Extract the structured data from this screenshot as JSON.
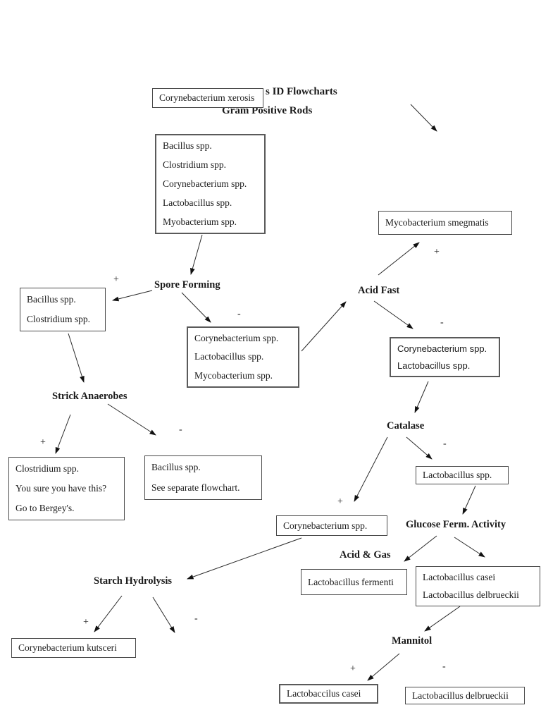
{
  "title": {
    "visible_fragment": "s ID Flowcharts",
    "subtitle": "Gram Positive Rods"
  },
  "signs": {
    "plus": "+",
    "minus": "-"
  },
  "tests": {
    "spore_forming": "Spore Forming",
    "acid_fast": "Acid Fast",
    "strick_anaerobes": "Strick Anaerobes",
    "catalase": "Catalase",
    "glucose_ferm": "Glucose Ferm. Activity",
    "acid_gas": "Acid & Gas",
    "starch_hydrolysis": "Starch Hydrolysis",
    "mannitol": "Mannitol"
  },
  "boxes": {
    "xerosis": [
      "Corynebacterium xerosis"
    ],
    "all_genera": [
      "Bacillus spp.",
      "Clostridium spp.",
      "Corynebacterium spp.",
      "Lactobacillus spp.",
      "Myobacterium spp."
    ],
    "bacillus_clostridium": [
      "Bacillus spp.",
      "Clostridium spp."
    ],
    "coryne_lacto_myco": [
      "Corynebacterium spp.",
      "Lactobacillus spp.",
      "Mycobacterium spp."
    ],
    "myco_smegmatis": [
      "Mycobacterium smegmatis"
    ],
    "coryne_lacto": [
      "Corynebacterium spp.",
      "Lactobacillus spp."
    ],
    "clostridium_bergeys": [
      "Clostridium spp.",
      "You sure you have this?",
      "Go to Bergey's."
    ],
    "bacillus_separate": [
      "Bacillus spp.",
      "See separate flowchart."
    ],
    "lactobacillus": [
      "Lactobacillus spp."
    ],
    "corynebacterium": [
      "Corynebacterium spp."
    ],
    "lacto_fermenti": [
      "Lactobacillus fermenti"
    ],
    "casei_delbrueckii": [
      "Lactobacillus casei",
      "Lactobacillus delbrueckii"
    ],
    "coryne_kutsceri": [
      "Corynebacterium kutsceri"
    ],
    "casei_bottom": [
      "Lactobaccilus casei"
    ],
    "delbrueckii_bottom": [
      "Lactobacillus delbrueckii"
    ]
  }
}
